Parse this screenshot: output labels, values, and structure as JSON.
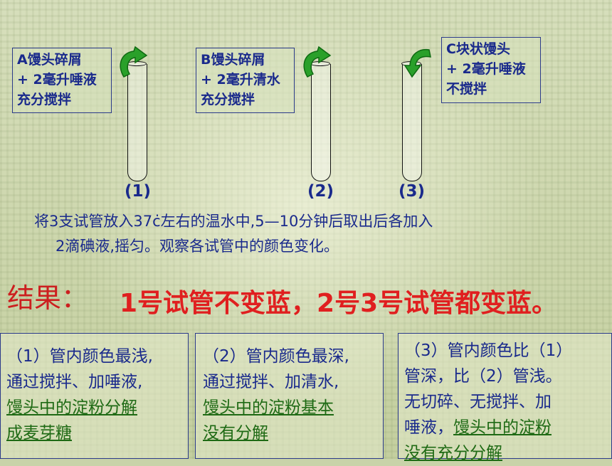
{
  "labels": {
    "a": [
      "A馒头碎屑",
      "+ 2毫升唾液",
      "充分搅拌"
    ],
    "b": [
      "B馒头碎屑",
      "+ 2毫升清水",
      "充分搅拌"
    ],
    "c": [
      "C块状馒头",
      "+ 2毫升唾液",
      "不搅拌"
    ]
  },
  "tube_numbers": [
    "(1)",
    "(2)",
    "(3)"
  ],
  "instructions": [
    "将3支试管放入37ċ左右的温水中,5—10分钟后取出后各加入",
    "2滴碘液,摇匀。观察各试管中的颜色变化。"
  ],
  "result": {
    "label": "结果：",
    "text": "1号试管不变蓝，2号3号试管都变蓝。"
  },
  "answers": {
    "one": {
      "lines": [
        "（1）管内颜色最浅,",
        "通过搅拌、加唾液,"
      ],
      "underlined": [
        "馒头中的淀粉分解",
        "成麦芽糖"
      ]
    },
    "two": {
      "lines": [
        "（2）管内颜色最深,",
        "通过搅拌、加清水,"
      ],
      "underlined": [
        "馒头中的淀粉基本",
        "没有分解"
      ]
    },
    "three": {
      "lines": [
        "（3）管内颜色比（1）",
        "管深，比（2）管浅。",
        "无切碎、无搅拌、加"
      ],
      "mixed_prefix": "唾液，",
      "mixed_underline": "馒头中的淀粉",
      "underlined": [
        "没有充分分解"
      ]
    }
  },
  "colors": {
    "label_text": "#1a2a8c",
    "result_text": "#e01f1f",
    "underline_text": "#1e6a14",
    "arrow": "#2aa02a"
  }
}
